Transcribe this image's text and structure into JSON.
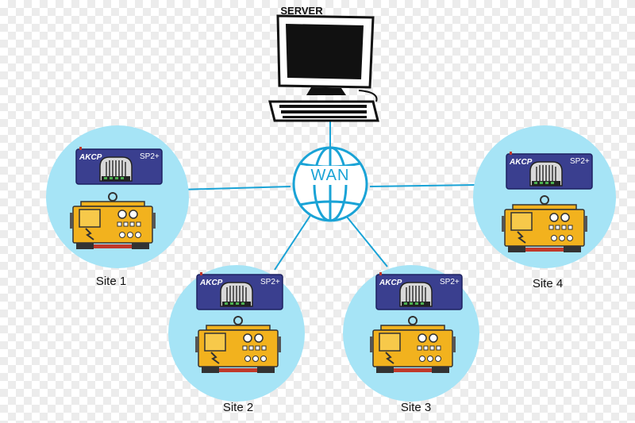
{
  "server": {
    "label": "SERVER"
  },
  "network": {
    "label": "WAN"
  },
  "sites": [
    {
      "label": "Site 1",
      "brand": "AKCP",
      "model": "SP2+"
    },
    {
      "label": "Site 2",
      "brand": "AKCP",
      "model": "SP2+"
    },
    {
      "label": "Site 3",
      "brand": "AKCP",
      "model": "SP2+"
    },
    {
      "label": "Site 4",
      "brand": "AKCP",
      "model": "SP2+"
    }
  ],
  "colors": {
    "link_line": "#1aa3d6",
    "site_circle": "#a6e4f6",
    "sensor_box": "#3a3f8f",
    "generator": "#f2b21e",
    "monitor": "#111111"
  },
  "icons": {
    "server": "computer-monitor-icon",
    "network": "globe-icon",
    "device": "sensorprobe-icon",
    "equipment": "generator-icon"
  }
}
